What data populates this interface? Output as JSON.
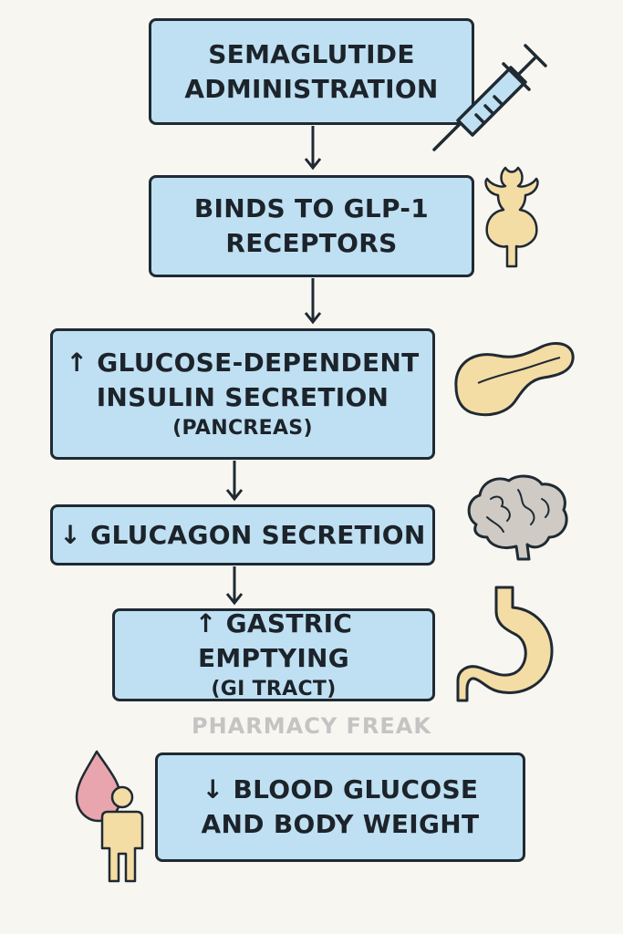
{
  "steps": [
    {
      "lines": [
        "SEMAGLUTIDE",
        "ADMINISTRATION"
      ],
      "sub": ""
    },
    {
      "lines": [
        "BINDS TO GLP-1",
        "RECEPTORS"
      ],
      "sub": ""
    },
    {
      "lines": [
        "↑ GLUCOSE-DEPENDENT",
        "INSULIN SECRETION"
      ],
      "sub": "(PANCREAS)"
    },
    {
      "lines": [
        "↓ GLUCAGON SECRETION"
      ],
      "sub": ""
    },
    {
      "lines": [
        "↑ GASTRIC EMPTYING"
      ],
      "sub": "(GI TRACT)"
    },
    {
      "lines": [
        "↓ BLOOD GLUCOSE",
        "AND BODY WEIGHT"
      ],
      "sub": ""
    }
  ],
  "watermark": "PHARMACY FREAK",
  "icons": [
    "syringe-icon",
    "brain-receptor-icon",
    "pancreas-icon",
    "brain-icon",
    "stomach-icon",
    "blood-drop-person-icon"
  ],
  "colors": {
    "box_fill": "#bfe0f2",
    "box_border": "#1f2a33",
    "organ": "#f4dca5",
    "brain": "#cfcac4",
    "drop": "#e8a5ad",
    "background": "#f8f6f1"
  }
}
